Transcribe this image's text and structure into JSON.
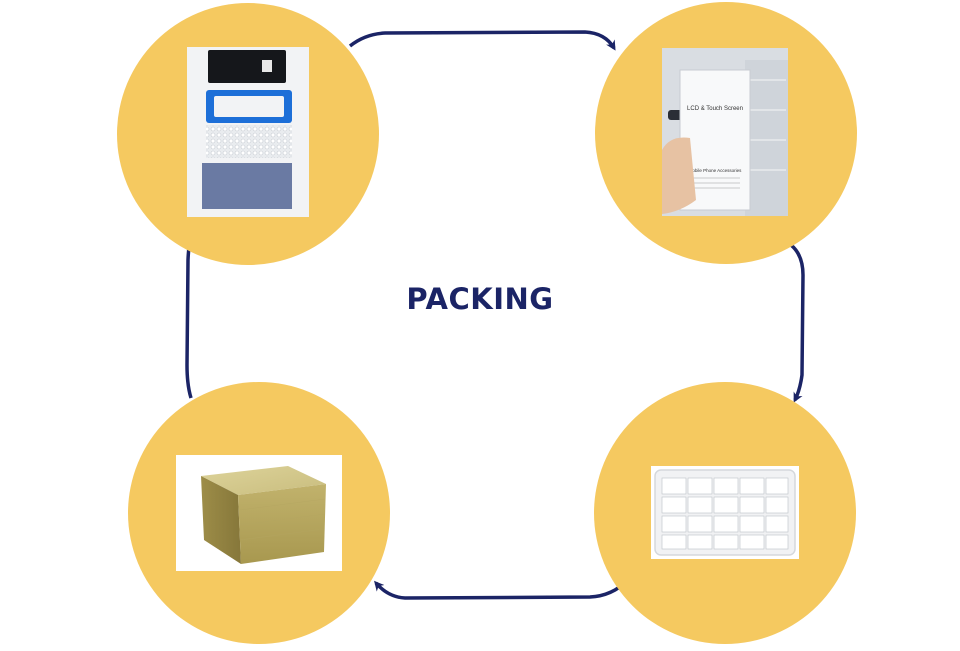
{
  "diagram": {
    "title": "PACKING",
    "title_color": "#1b2466",
    "circle_color": "#f5c960",
    "arrow_color": "#1b2466",
    "steps": [
      {
        "image": "phone-screen-parts-photo",
        "label": "",
        "box_text": ""
      },
      {
        "image": "retail-box-in-hand-photo",
        "label": "",
        "box_text": [
          "LCD & Touch Screen",
          "Mobile Phone Accessories"
        ]
      },
      {
        "image": "boxes-in-foam-tray-photo",
        "label": ""
      },
      {
        "image": "carton-box-photo",
        "label": ""
      }
    ]
  }
}
